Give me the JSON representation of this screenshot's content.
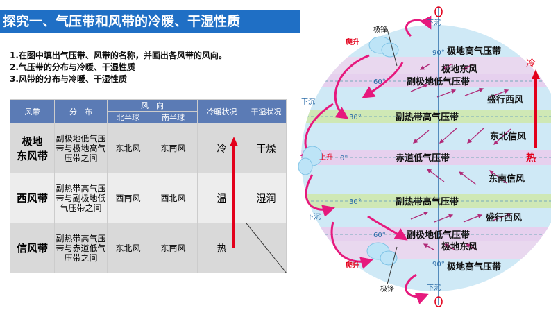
{
  "title": "探究一、气压带和风带的冷暖、干湿性质",
  "questions": [
    "1.在图中填出气压带、风带的名称，并画出各风带的风向。",
    "2.气压带的分布与冷暖、干湿性质",
    "3.风带的分布与冷暖、干湿性质"
  ],
  "table": {
    "headers": {
      "band": "风带",
      "distribution": "分　布",
      "direction": "风　向",
      "north": "北半球",
      "south": "南半球",
      "temp": "冷暖状况",
      "moist": "干湿状况"
    },
    "rows": [
      {
        "band": "极地东风带",
        "band_lines": [
          "极地",
          "东风带"
        ],
        "dist": "副极地低气压带与极地高气压带之间",
        "north": "东北风",
        "south": "东南风",
        "temp": "冷",
        "moist": "干燥"
      },
      {
        "band": "西风带",
        "band_lines": [
          "西风带"
        ],
        "dist": "副热带高气压带与副极地低气压带之间",
        "north": "西南风",
        "south": "西北风",
        "temp": "温",
        "moist": "湿润"
      },
      {
        "band": "信风带",
        "band_lines": [
          "信风带"
        ],
        "dist": "副热带高气压带与赤道低气压带之间",
        "north": "东北风",
        "south": "东南风",
        "temp": "热",
        "moist": ""
      }
    ]
  },
  "diagram": {
    "polar_high_top": "极地高气压带",
    "polar_east_n": "极地东风",
    "subpolar_low_n": "副极地低气压带",
    "westerlies_n": "盛行西风",
    "subtropical_high_n": "副热带高气压带",
    "ne_trade": "东北信风",
    "equatorial_low": "赤道低气压带",
    "se_trade": "东南信风",
    "subtropical_high_s": "副热带高气压带",
    "westerlies_s": "盛行西风",
    "subpolar_low_s": "副极地低气压带",
    "polar_east_s": "极地东风",
    "polar_high_bottom": "极地高气压带",
    "sink_top": "下沉",
    "sink_left_top": "下沉",
    "sink_left_bottom": "下沉",
    "sink_bottom": "下沉",
    "rise_top": "爬升",
    "rise_bottom": "爬升",
    "rise_equator": "上升",
    "front_top": "极锋",
    "front_bottom": "极锋",
    "cold": "冷",
    "hot": "热",
    "lat_90_n": "90°",
    "lat_60_n": "60°",
    "lat_30_n": "30°",
    "lat_0": "0°",
    "lat_30_s": "30°",
    "lat_60_s": "60°",
    "lat_90_s": "90°"
  }
}
